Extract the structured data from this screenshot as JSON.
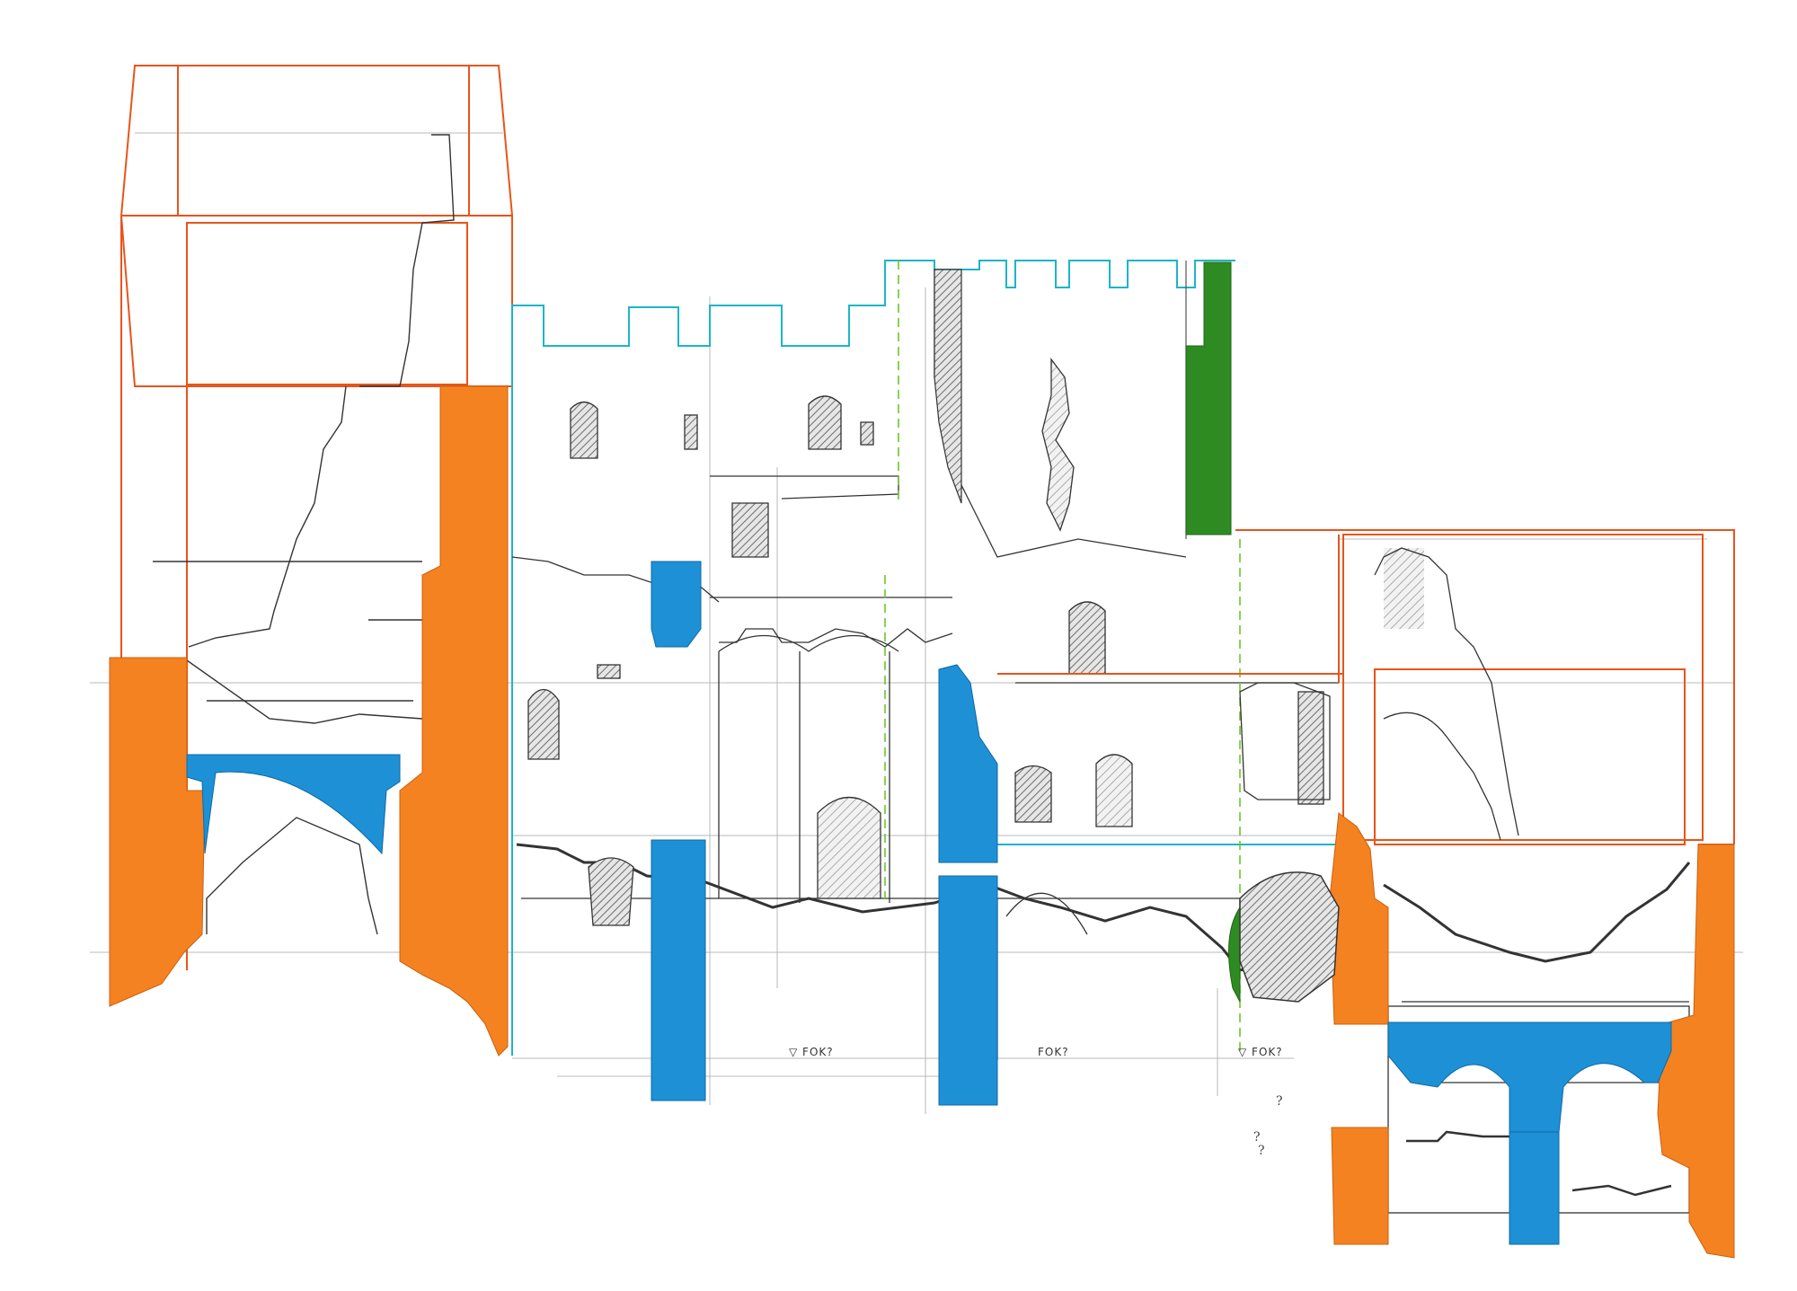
{
  "colors": {
    "orange_fill": "#F58220",
    "blue_fill": "#1E90D6",
    "green_fill": "#2E8B22",
    "orange_line": "#E8541B",
    "cyan_line": "#1CB5C8",
    "pencil": "#333333",
    "hatch": "#777777"
  },
  "annotations": {
    "fok_1": "▽ FOK?",
    "fok_2": "FOK?",
    "fok_3": "▽ FOK?",
    "q1": "?",
    "q2": "?",
    "q3": "?"
  }
}
